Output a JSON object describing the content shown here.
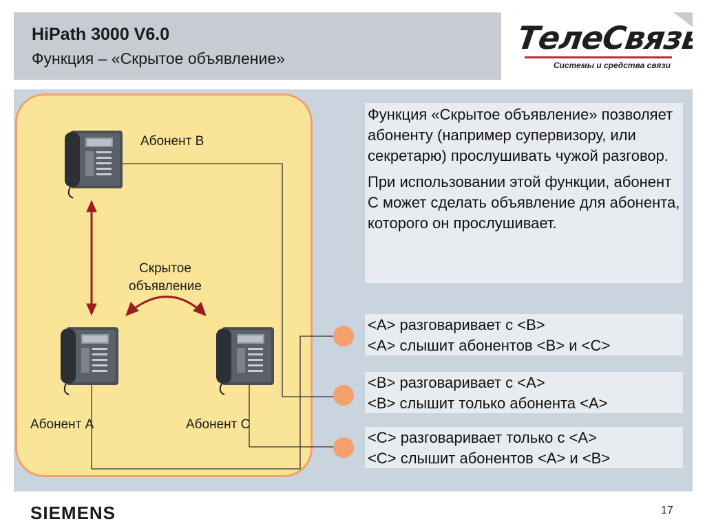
{
  "header": {
    "title": "HiPath 3000 V6.0",
    "subtitle": "Функция – «Скрытое объявление»"
  },
  "logo": {
    "name": "ТелеСвязь",
    "tagline": "Системы и средства связи"
  },
  "diagram": {
    "subscriber_b": "Абонент B",
    "subscriber_a": "Абонент A",
    "subscriber_c": "Абонент C",
    "hidden_announcement": [
      "Скрытое",
      "объявление"
    ]
  },
  "description": {
    "para1": "Функция «Скрытое объявление» позволяет абоненту (например супервизору, или секретарю) прослушивать чужой разговор.",
    "para2": "При использовании этой функции, абонент C может сделать объявление для абонента, которого он прослушивает."
  },
  "states": [
    {
      "line1": "<A> разговаривает с <B>",
      "line2": "<A> слышит абонентов <B> и <C>"
    },
    {
      "line1": "<B> разговаривает с <A>",
      "line2": "<B> слышит только абонента <A>"
    },
    {
      "line1": "<C> разговаривает только с <A>",
      "line2": "<C> слышит абонентов <A> и <B>"
    }
  ],
  "footer": {
    "brand": "SIEMENS",
    "page": "17"
  },
  "colors": {
    "header_bg": "#c6ccd2",
    "panel_bg": "#c9d4df",
    "zone_fill": "#f9e497",
    "accent_orange": "#f2a06c",
    "arrow_red": "#9b1c1c"
  }
}
